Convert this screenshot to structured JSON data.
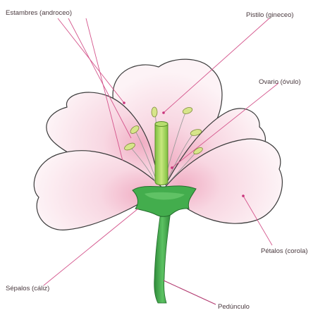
{
  "labels": {
    "estambres": "Estambres (androceo)",
    "pistilo": "Pistilo (gineceo)",
    "ovario": "Ovario (óvulo)",
    "petalos": "Pétalos (corola)",
    "sepalos": "Sépalos (cáliz)",
    "pedunculo": "Pedúnculo"
  },
  "colors": {
    "petal_edge": "#fdf1f4",
    "petal_center": "#f3b9cb",
    "sepal": "#3fa84a",
    "stem": "#3a9e44",
    "pistil": "#9fd25a",
    "anther": "#d9e38a",
    "leader": "#d4558c"
  }
}
